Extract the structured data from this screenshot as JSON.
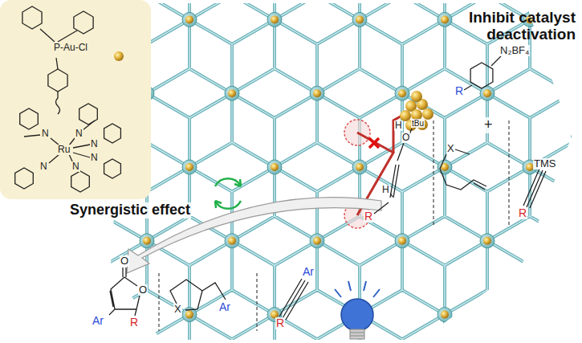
{
  "diagram": {
    "labels": [
      "Inhibit catalyst deactivation",
      "Synergistic effect",
      "P-Au-Cl",
      "N",
      "N",
      "N",
      "N",
      "N",
      "N",
      "Ru",
      "N₂BF₄",
      "R",
      "+",
      "H",
      "O",
      "tBu",
      "H",
      "R",
      "X",
      "TMS",
      "R",
      "O",
      "O",
      "Ar",
      "R",
      "X",
      "Ar",
      "R",
      "Ar"
    ]
  }
}
